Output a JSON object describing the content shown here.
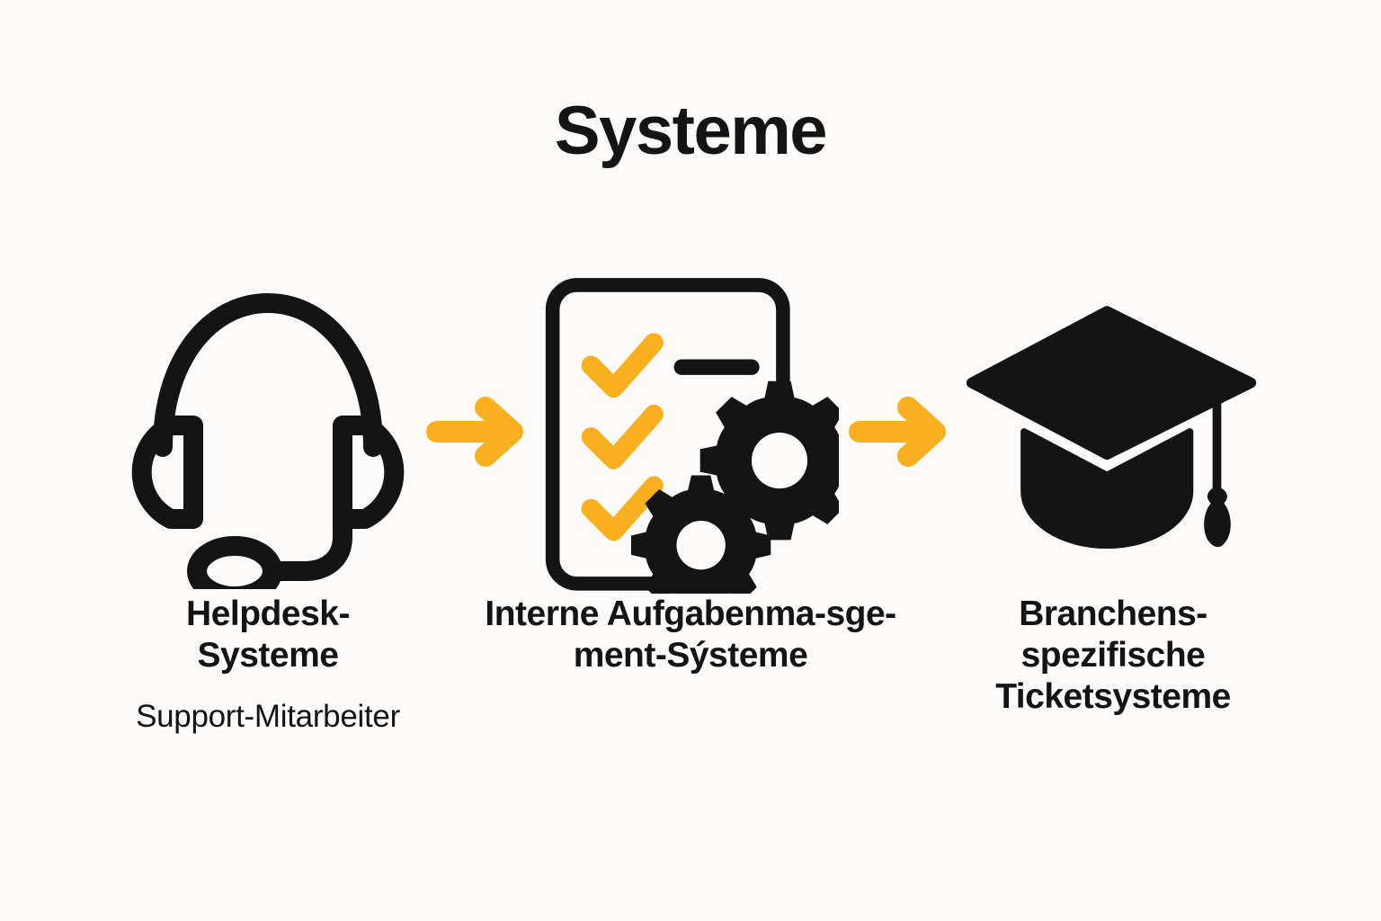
{
  "theme": {
    "background": "#FCFBF9",
    "dark": "#141414",
    "accent_orange": "#F9B01F"
  },
  "header": {
    "title": "Systeme"
  },
  "flow": {
    "steps": [
      {
        "icon": "headset-icon",
        "title": "Helpdesk-Systeme",
        "subtitle": "Support-Mitarbeiter"
      },
      {
        "icon": "checklist-gears-icon",
        "title": "Interne Aufgabenma-sge-ment-Sýsteme",
        "subtitle": ""
      },
      {
        "icon": "graduation-cap-icon",
        "title": "Branchens-spezifische Ticketsysteme",
        "subtitle": ""
      }
    ],
    "arrows": [
      {
        "name": "arrow-right-icon",
        "direction": "right"
      },
      {
        "name": "arrow-right-icon",
        "direction": "right"
      }
    ]
  }
}
